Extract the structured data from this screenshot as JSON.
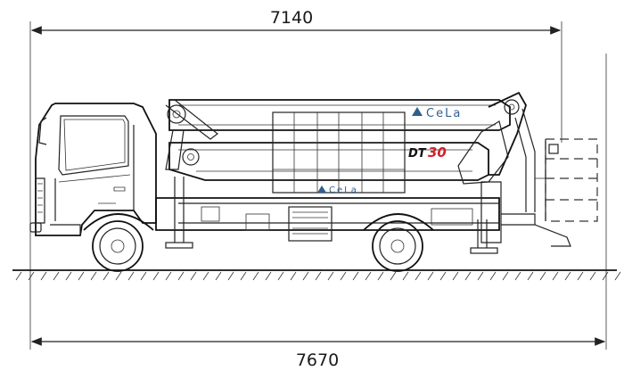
{
  "dimensions": {
    "top_length": "7140",
    "bottom_length": "7670"
  },
  "branding": {
    "brand_name": "CeLa",
    "model_prefix": "DT",
    "model_number": "30"
  },
  "colors": {
    "line": "#222222",
    "brand_blue": "#2f5f8f",
    "model_red": "#d0202a"
  }
}
